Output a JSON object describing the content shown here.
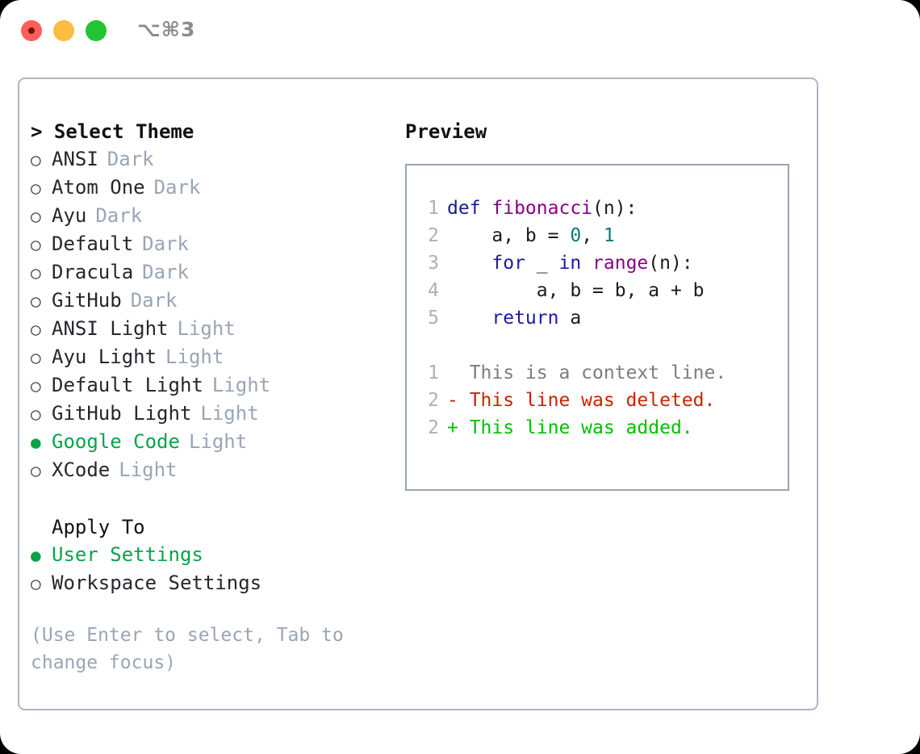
{
  "window": {
    "shortcut": "⌥⌘3",
    "traffic_lights": [
      "close",
      "minimize",
      "maximize"
    ],
    "accent_selected": "#0aa34a",
    "border_color": "#AEB6C4"
  },
  "theme_picker": {
    "header": "> Select Theme",
    "header_focused": true,
    "marker_unselected": "○",
    "marker_selected": "●",
    "items": [
      {
        "name": "ANSI",
        "tag": "Dark",
        "selected": false
      },
      {
        "name": "Atom One",
        "tag": "Dark",
        "selected": false
      },
      {
        "name": "Ayu",
        "tag": "Dark",
        "selected": false
      },
      {
        "name": "Default",
        "tag": "Dark",
        "selected": false
      },
      {
        "name": "Dracula",
        "tag": "Dark",
        "selected": false
      },
      {
        "name": "GitHub",
        "tag": "Dark",
        "selected": false
      },
      {
        "name": "ANSI Light",
        "tag": "Light",
        "selected": false
      },
      {
        "name": "Ayu Light",
        "tag": "Light",
        "selected": false
      },
      {
        "name": "Default Light",
        "tag": "Light",
        "selected": false
      },
      {
        "name": "GitHub Light",
        "tag": "Light",
        "selected": false
      },
      {
        "name": "Google Code",
        "tag": "Light",
        "selected": true
      },
      {
        "name": "XCode",
        "tag": "Light",
        "selected": false
      }
    ]
  },
  "apply_to": {
    "header": "Apply To",
    "items": [
      {
        "name": "User Settings",
        "tag": "",
        "selected": true
      },
      {
        "name": "Workspace Settings",
        "tag": "",
        "selected": false
      }
    ]
  },
  "hint": "(Use Enter to select, Tab to change focus)",
  "preview": {
    "title": "Preview",
    "code_lines": [
      {
        "no": "1",
        "tokens": [
          {
            "t": "def ",
            "c": "kw"
          },
          {
            "t": "fibonacci",
            "c": "fn"
          },
          {
            "t": "(n):",
            "c": "txt"
          }
        ]
      },
      {
        "no": "2",
        "tokens": [
          {
            "t": "    a, b = ",
            "c": "txt"
          },
          {
            "t": "0",
            "c": "num"
          },
          {
            "t": ", ",
            "c": "txt"
          },
          {
            "t": "1",
            "c": "num"
          }
        ]
      },
      {
        "no": "3",
        "tokens": [
          {
            "t": "    ",
            "c": "txt"
          },
          {
            "t": "for",
            "c": "kw"
          },
          {
            "t": " _ ",
            "c": "txt"
          },
          {
            "t": "in",
            "c": "kw"
          },
          {
            "t": " ",
            "c": "txt"
          },
          {
            "t": "range",
            "c": "fn"
          },
          {
            "t": "(n):",
            "c": "txt"
          }
        ]
      },
      {
        "no": "4",
        "tokens": [
          {
            "t": "        a, b = b, a + b",
            "c": "txt"
          }
        ]
      },
      {
        "no": "5",
        "tokens": [
          {
            "t": "    ",
            "c": "txt"
          },
          {
            "t": "return",
            "c": "kw"
          },
          {
            "t": " a",
            "c": "txt"
          }
        ]
      }
    ],
    "diff_lines": [
      {
        "no": "1",
        "sign": " ",
        "text": "This is a context line.",
        "kind": "ctx"
      },
      {
        "no": "2",
        "sign": "-",
        "text": "This line was deleted.",
        "kind": "del"
      },
      {
        "no": "2",
        "sign": "+",
        "text": "This line was added.",
        "kind": "add"
      }
    ]
  }
}
